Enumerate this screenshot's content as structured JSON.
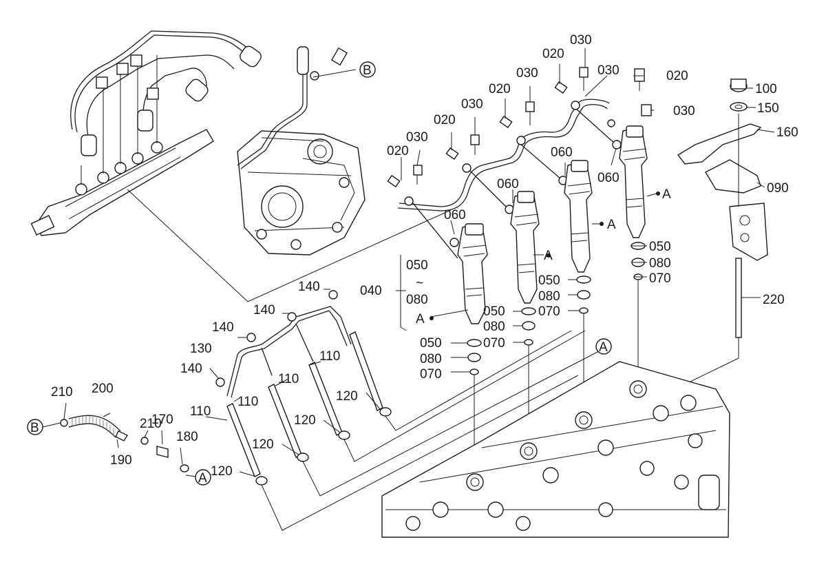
{
  "labels": {
    "p020": "020",
    "p030": "030",
    "p040": "040",
    "p050": "050",
    "p060": "060",
    "p070": "070",
    "p080": "080",
    "p090": "090",
    "p100": "100",
    "p110": "110",
    "p120": "120",
    "p130": "130",
    "p140": "140",
    "p150": "150",
    "p160": "160",
    "p170": "170",
    "p180": "180",
    "p190": "190",
    "p200": "200",
    "p210": "210",
    "p220": "220",
    "tilde": "~",
    "refA": "A",
    "refB": "B"
  }
}
